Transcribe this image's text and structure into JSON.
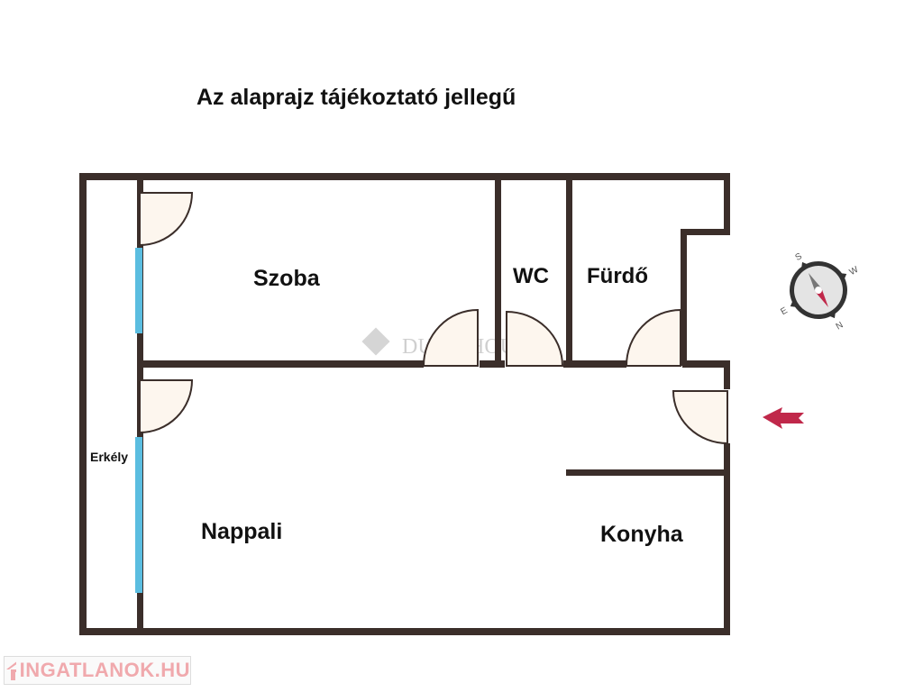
{
  "title": "Az alaprajz tájékoztató jellegű",
  "rooms": {
    "szoba": "Szoba",
    "wc": "WC",
    "furdo": "Fürdő",
    "nappali": "Nappali",
    "konyha": "Konyha",
    "erkely": "Erkély"
  },
  "watermark": "DUNA HOUSE",
  "compass": {
    "n": "N",
    "s": "S",
    "e": "E",
    "w": "W"
  },
  "footer_logo": "INGATLANOK.HU",
  "colors": {
    "wall": "#3b2e2a",
    "window": "#5bbde0",
    "arrow": "#c0284a",
    "logo": "#f0a9ad"
  }
}
